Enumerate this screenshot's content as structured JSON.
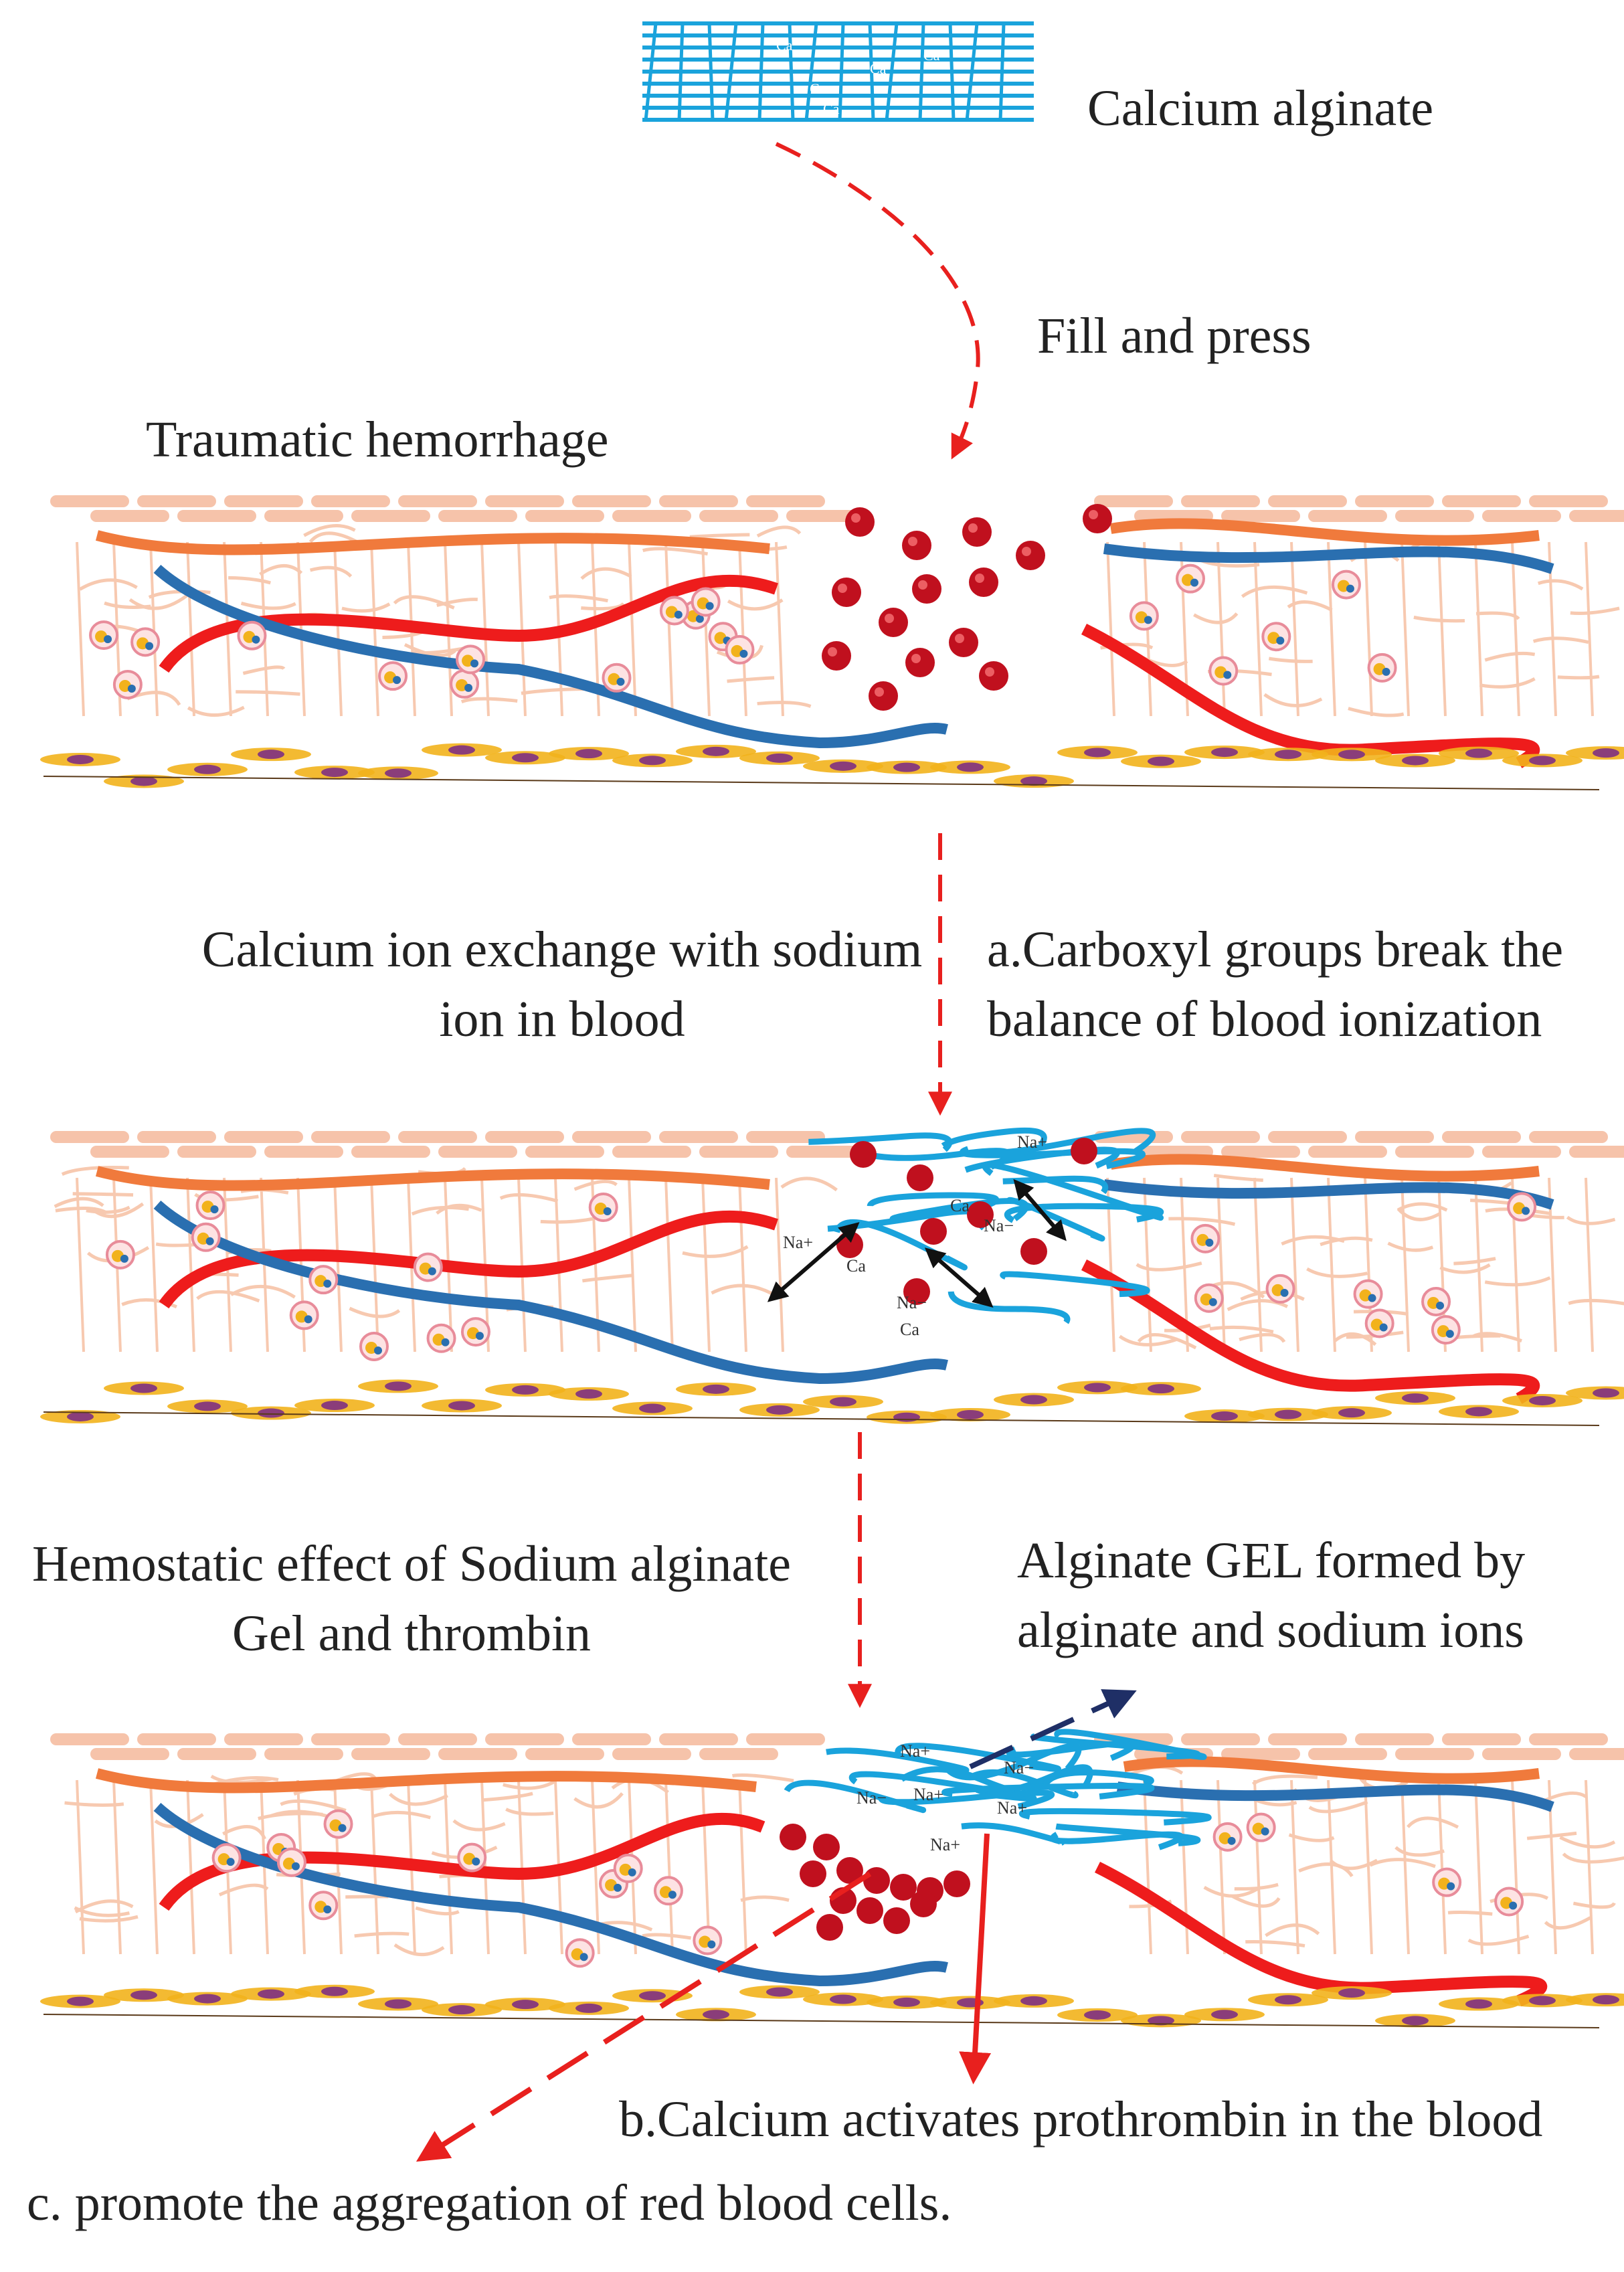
{
  "colors": {
    "alginate_blue": "#1aa3dc",
    "vessel_red": "#ee1c1c",
    "vessel_blue": "#2a6fb0",
    "vessel_orange": "#f07a3c",
    "tissue_pink": "#f7c9b0",
    "tissue_top": "#f5b99b",
    "fibroblast_yellow": "#f2b21c",
    "nucleus_purple": "#8a3d7a",
    "rbc": "#c0101e",
    "arrow_red": "#e8201e",
    "arrow_navy": "#1f2f66"
  },
  "labels": {
    "calcium_alginate": "Calcium alginate",
    "fill_and_press": "Fill and press",
    "traumatic_hemorrhage": "Traumatic hemorrhage",
    "ion_exchange_line1": "Calcium ion exchange with sodium",
    "ion_exchange_line2": "ion in blood",
    "carboxyl_line1": "a.Carboxyl groups break the",
    "carboxyl_line2": "balance of blood ionization",
    "hemostatic_line1": "Hemostatic effect of Sodium alginate",
    "hemostatic_line2": "Gel and thrombin",
    "gel_formed_line1": "Alginate GEL formed by",
    "gel_formed_line2": "alginate and sodium ions",
    "calcium_activates": "b.Calcium activates prothrombin in the blood",
    "promote_aggregation": "c. promote the aggregation of red blood cells."
  },
  "ion_labels": {
    "calcium": "Ca",
    "sodium_plus": "Na+",
    "sodium_minus": "Na−",
    "sodium_cation": "Na+"
  },
  "panels": [
    {
      "name": "traumatic-hemorrhage-panel",
      "stage": "bleeding wound",
      "gel": "none"
    },
    {
      "name": "ion-exchange-panel",
      "stage": "calcium-sodium exchange",
      "gel": "calcium alginate"
    },
    {
      "name": "hemostasis-panel",
      "stage": "gel and clot",
      "gel": "sodium alginate"
    }
  ]
}
